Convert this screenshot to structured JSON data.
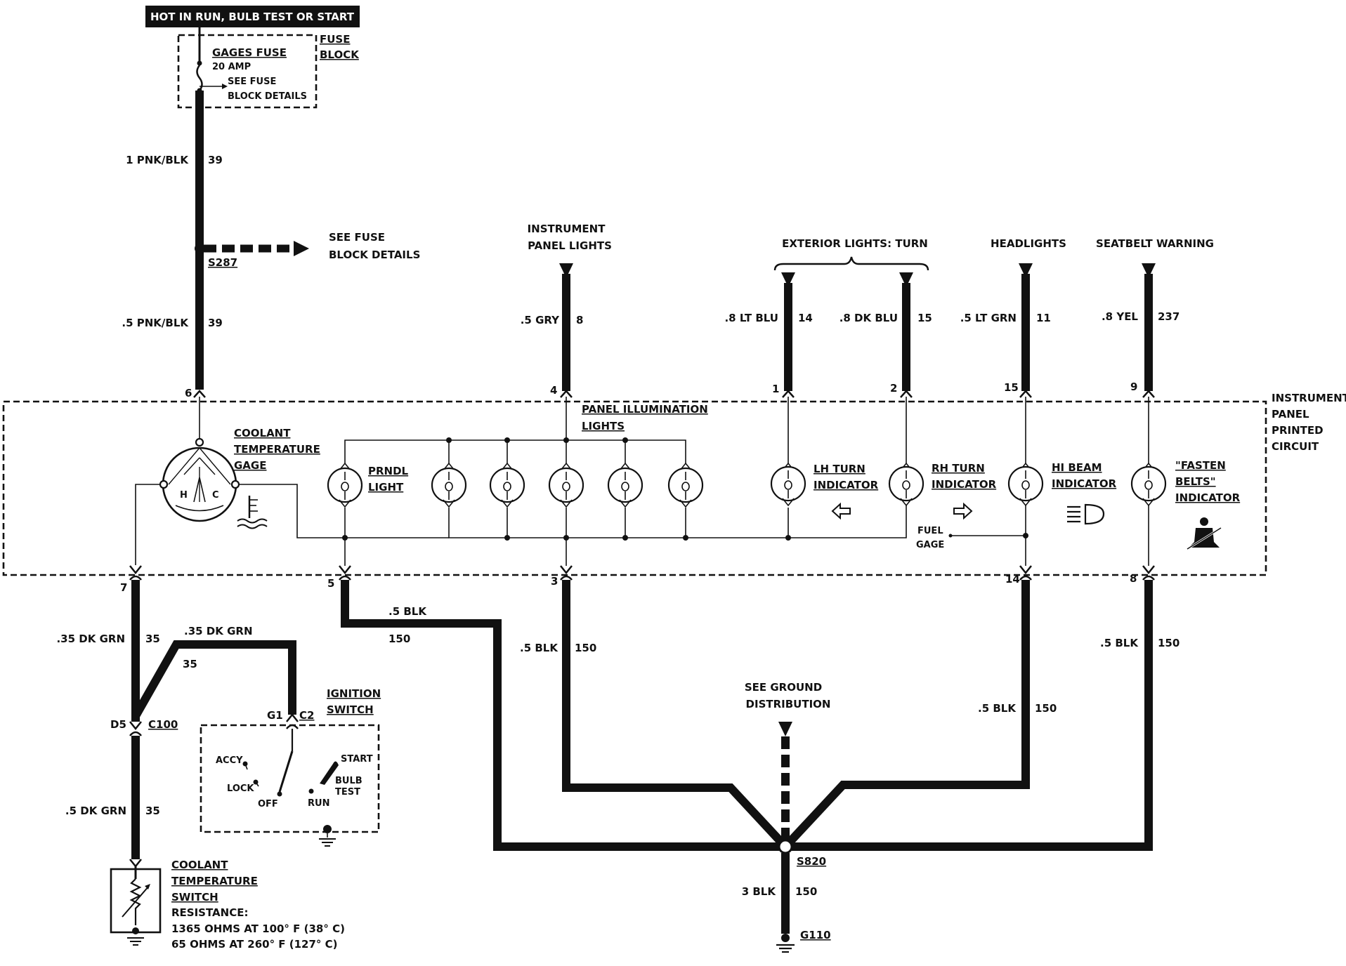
{
  "top_label": "HOT IN RUN, BULB TEST OR START",
  "fuse_block": {
    "title_line1": "FUSE",
    "title_line2": "BLOCK",
    "fuse_name": "GAGES FUSE",
    "fuse_rating": "20 AMP",
    "note_line1": "SEE FUSE",
    "note_line2": "BLOCK DETAILS"
  },
  "splice_s287": {
    "name": "S287",
    "note_line1": "SEE FUSE",
    "note_line2": "BLOCK DETAILS"
  },
  "wires": {
    "w1_color": "1 PNK/BLK",
    "w1_circuit": "39",
    "w2_color": ".5 PNK/BLK",
    "w2_circuit": "39",
    "gry_color": ".5 GRY",
    "gry_circuit": "8",
    "ltblu_color": ".8 LT BLU",
    "ltblu_circuit": "14",
    "dkblu_color": ".8 DK BLU",
    "dkblu_circuit": "15",
    "ltgrn_color": ".5 LT GRN",
    "ltgrn_circuit": "11",
    "yel_color": ".8 YEL",
    "yel_circuit": "237",
    "dkgrn1_color": ".35 DK GRN",
    "dkgrn1_circuit": "35",
    "dkgrn2_color": ".35 DK GRN",
    "dkgrn2_circuit": "35",
    "dkgrn3_color": ".5 DK GRN",
    "dkgrn3_circuit": "35",
    "blk5_color": ".5 BLK",
    "blk5_circuit": "150",
    "blk3_color": ".5 BLK",
    "blk3_circuit": "150",
    "blk14_color": ".5 BLK",
    "blk14_circuit": "150",
    "blk8_color": ".5 BLK",
    "blk8_circuit": "150",
    "blkmain_color": "3 BLK",
    "blkmain_circuit": "150"
  },
  "sources": {
    "instrument_panel_lights_line1": "INSTRUMENT",
    "instrument_panel_lights_line2": "PANEL LIGHTS",
    "exterior_lights": "EXTERIOR LIGHTS: TURN",
    "headlights": "HEADLIGHTS",
    "seatbelt_warning": "SEATBELT WARNING"
  },
  "pins_top": [
    "6",
    "4",
    "1",
    "2",
    "15",
    "9"
  ],
  "pins_bottom": [
    "7",
    "5",
    "3",
    "14",
    "8"
  ],
  "circuit_board": {
    "label_line1": "INSTRUMENT",
    "label_line2": "PANEL",
    "label_line3": "PRINTED",
    "label_line4": "CIRCUIT"
  },
  "components": {
    "coolant_gage_line1": "COOLANT",
    "coolant_gage_line2": "TEMPERATURE",
    "coolant_gage_line3": "GAGE",
    "gage_h": "H",
    "gage_c": "C",
    "prndl_line1": "PRNDL",
    "prndl_line2": "LIGHT",
    "panel_illum_line1": "PANEL ILLUMINATION",
    "panel_illum_line2": "LIGHTS",
    "lh_turn_line1": "LH TURN",
    "lh_turn_line2": "INDICATOR",
    "rh_turn_line1": "RH TURN",
    "rh_turn_line2": "INDICATOR",
    "hi_beam_line1": "HI BEAM",
    "hi_beam_line2": "INDICATOR",
    "fasten_line1": "\"FASTEN",
    "fasten_line2": "BELTS\"",
    "fasten_line3": "INDICATOR",
    "fuel_gage_line1": "FUEL",
    "fuel_gage_line2": "GAGE"
  },
  "connector_c100": {
    "pin": "D5",
    "name": "C100"
  },
  "ignition": {
    "title_line1": "IGNITION",
    "title_line2": "SWITCH",
    "pin_g1": "G1",
    "pin_c2": "C2",
    "accy": "ACCY",
    "lock": "LOCK",
    "off": "OFF",
    "run": "RUN",
    "start": "START",
    "bulb_test_line1": "BULB",
    "bulb_test_line2": "TEST"
  },
  "coolant_switch": {
    "line1": "COOLANT",
    "line2": "TEMPERATURE",
    "line3": "SWITCH",
    "line4": "RESISTANCE:",
    "line5": "1365 OHMS AT 100° F (38° C)",
    "line6": "65 OHMS AT 260° F (127° C)"
  },
  "ground": {
    "see_line1": "SEE GROUND",
    "see_line2": "DISTRIBUTION",
    "splice": "S820",
    "ground_name": "G110"
  },
  "icons": [
    "coolant-temperature-icon",
    "left-arrow-icon",
    "right-arrow-icon",
    "high-beam-icon",
    "seatbelt-icon",
    "ground-icon"
  ]
}
